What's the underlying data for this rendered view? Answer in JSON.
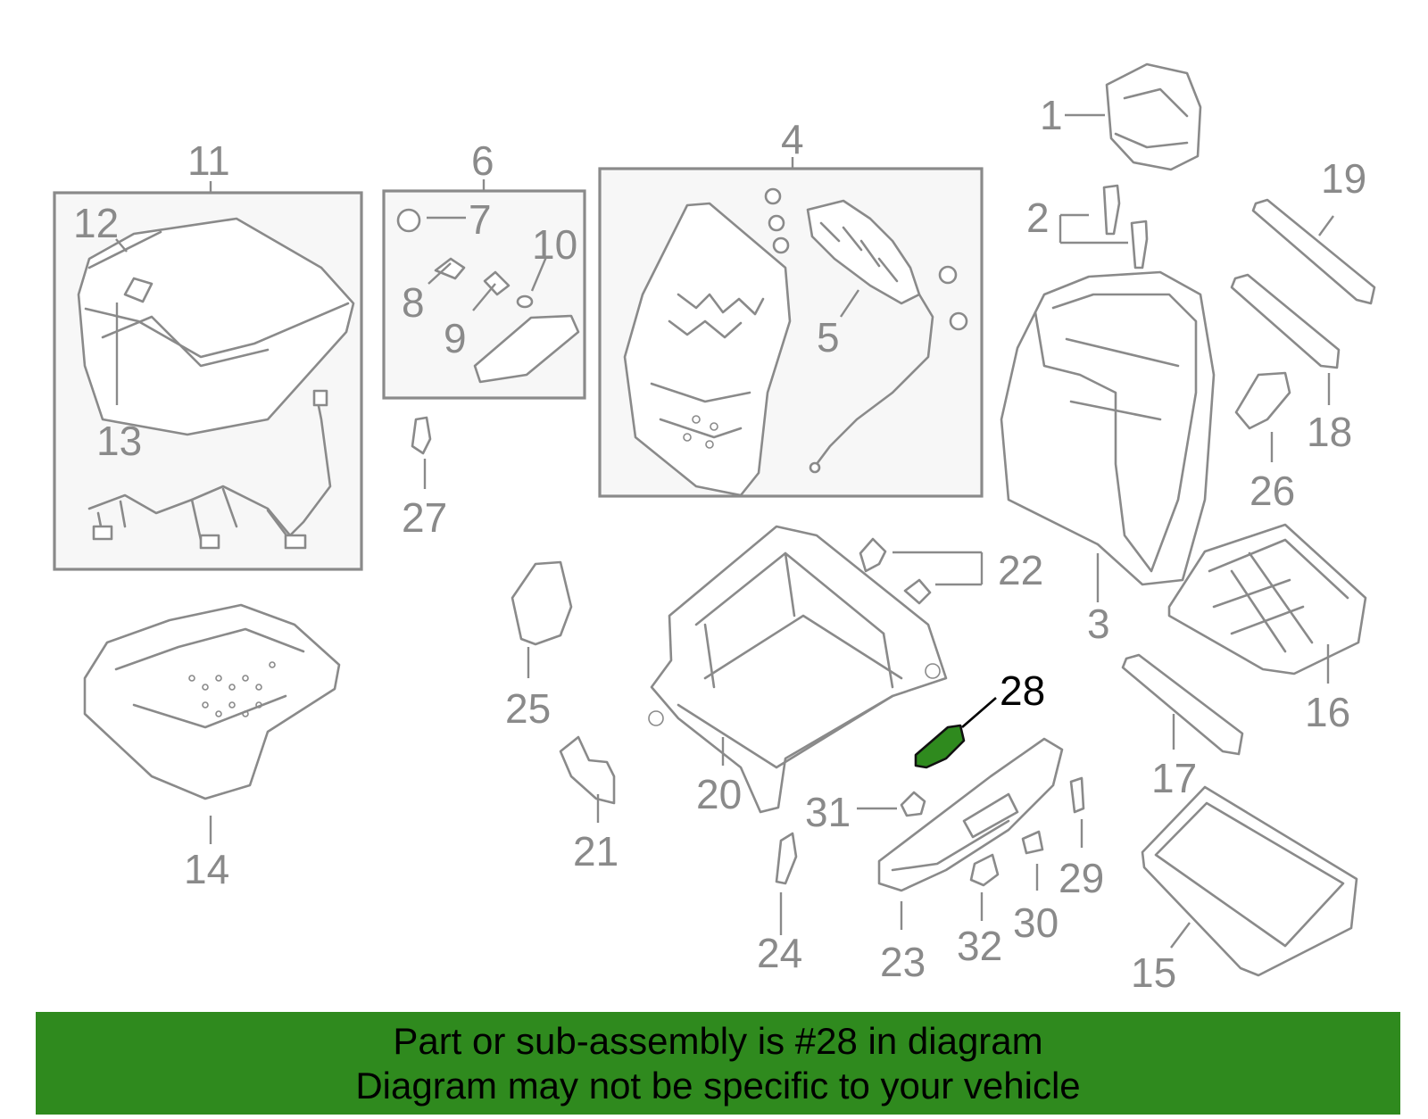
{
  "diagram": {
    "labels": {
      "p1": "1",
      "p2": "2",
      "p3": "3",
      "p4": "4",
      "p5": "5",
      "p6": "6",
      "p7": "7",
      "p8": "8",
      "p9": "9",
      "p10": "10",
      "p11": "11",
      "p12": "12",
      "p13": "13",
      "p14": "14",
      "p15": "15",
      "p16": "16",
      "p17": "17",
      "p18": "18",
      "p19": "19",
      "p20": "20",
      "p21": "21",
      "p22": "22",
      "p23": "23",
      "p24": "24",
      "p25": "25",
      "p26": "26",
      "p27": "27",
      "p28": "28",
      "p29": "29",
      "p30": "30",
      "p31": "31",
      "p32": "32"
    },
    "highlighted_part": "28",
    "highlight_color": "#2f8a1e",
    "line_color": "#8a8a8a"
  },
  "banner": {
    "line1": "Part or sub-assembly is #28 in diagram",
    "line2": "Diagram may not be specific to your vehicle",
    "background": "#2f8a1e"
  }
}
